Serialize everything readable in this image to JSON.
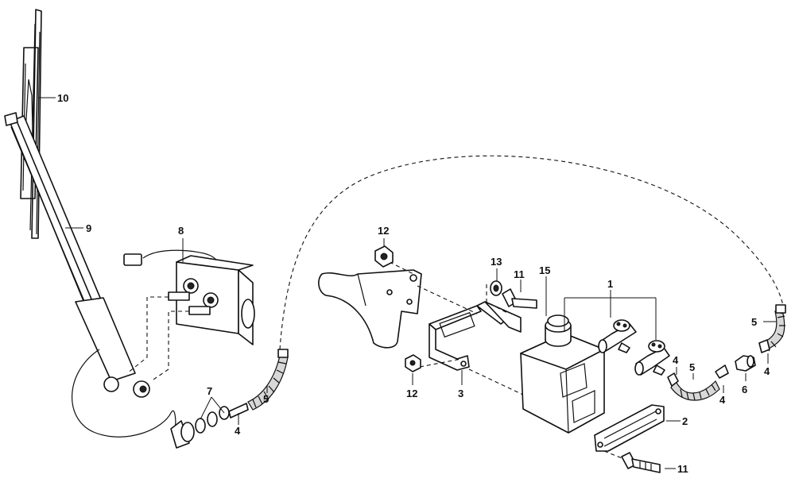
{
  "callouts": {
    "c1": "1",
    "c2": "2",
    "c3": "3",
    "c4a": "4",
    "c4b": "4",
    "c4c": "4",
    "c4d": "4",
    "c5a": "5",
    "c5b": "5",
    "c5c": "5",
    "c6": "6",
    "c7": "7",
    "c8": "8",
    "c9": "9",
    "c10": "10",
    "c11a": "11",
    "c11b": "11",
    "c12a": "12",
    "c12b": "12",
    "c13": "13",
    "c15": "15"
  }
}
